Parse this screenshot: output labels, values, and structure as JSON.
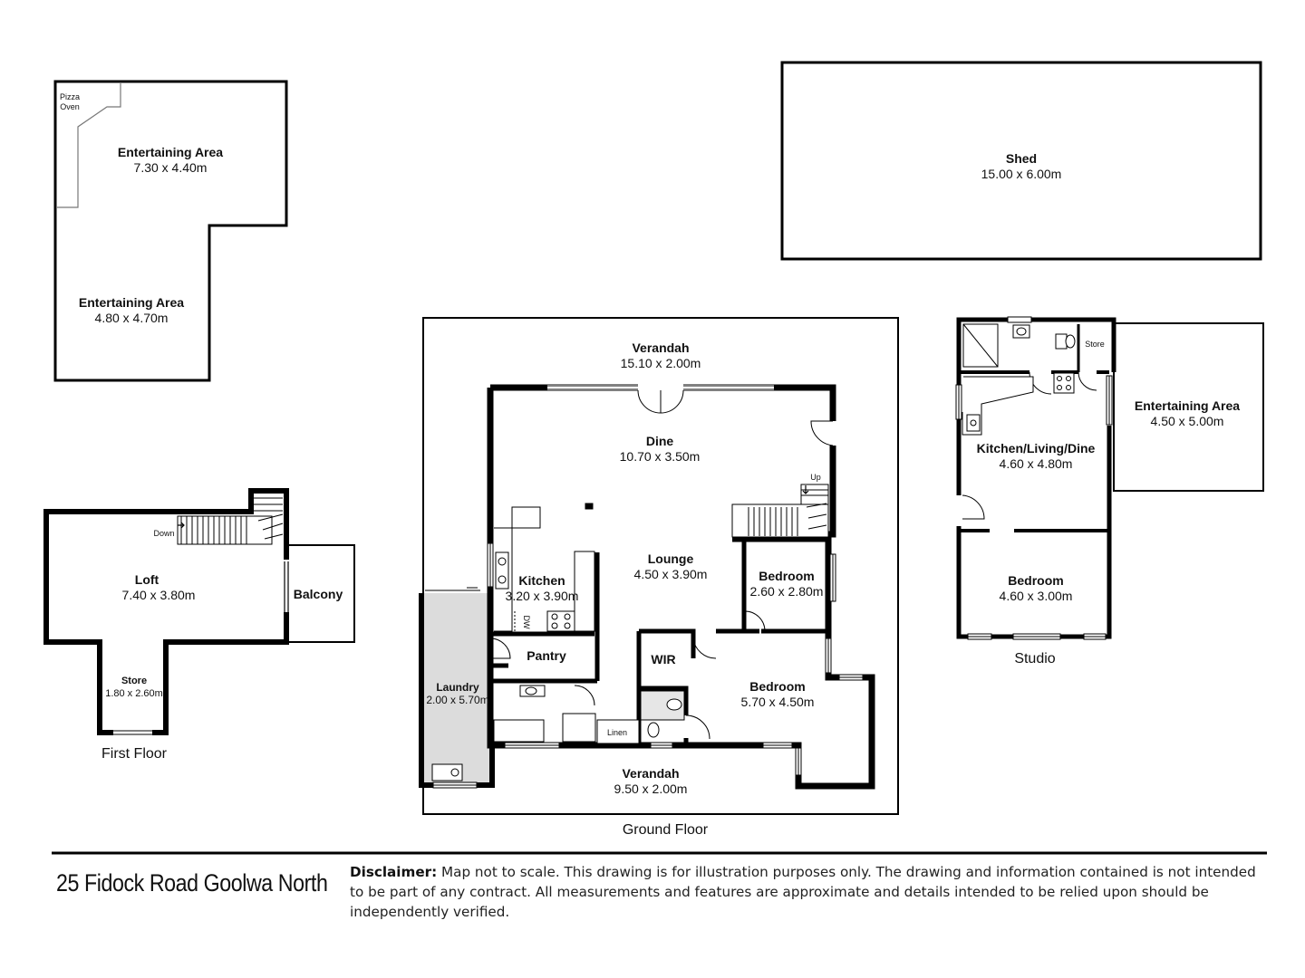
{
  "plan": {
    "rooms": {
      "entertaining_upper": {
        "name": "Entertaining Area",
        "dims": "7.30 x 4.40m"
      },
      "entertaining_lower": {
        "name": "Entertaining Area",
        "dims": "4.80 x 4.70m"
      },
      "pizza_oven": {
        "line1": "Pizza",
        "line2": "Oven"
      },
      "shed": {
        "name": "Shed",
        "dims": "15.00 x 6.00m"
      },
      "loft": {
        "name": "Loft",
        "dims": "7.40 x 3.80m"
      },
      "balcony": {
        "name": "Balcony"
      },
      "store_first": {
        "name": "Store",
        "dims": "1.80 x 2.60m"
      },
      "stair_down": "Down",
      "verandah_top": {
        "name": "Verandah",
        "dims": "15.10 x 2.00m"
      },
      "dine": {
        "name": "Dine",
        "dims": "10.70 x 3.50m"
      },
      "lounge": {
        "name": "Lounge",
        "dims": "4.50 x 3.90m"
      },
      "kitchen": {
        "name": "Kitchen",
        "dims": "3.20 x 3.90m"
      },
      "dw": "DW",
      "pantry": {
        "name": "Pantry"
      },
      "laundry": {
        "name": "Laundry",
        "dims": "2.00 x 5.70m"
      },
      "bedroom_small": {
        "name": "Bedroom",
        "dims": "2.60 x 2.80m"
      },
      "stair_up": "Up",
      "wir": {
        "name": "WIR"
      },
      "bedroom_main": {
        "name": "Bedroom",
        "dims": "5.70 x 4.50m"
      },
      "linen": "Linen",
      "verandah_bottom": {
        "name": "Verandah",
        "dims": "9.50 x 2.00m"
      },
      "studio_store": {
        "name": "Store"
      },
      "studio_entertaining": {
        "name": "Entertaining Area",
        "dims": "4.50 x 5.00m"
      },
      "studio_kld": {
        "name": "Kitchen/Living/Dine",
        "dims": "4.60 x 4.80m"
      },
      "studio_bedroom": {
        "name": "Bedroom",
        "dims": "4.60 x 3.00m"
      }
    },
    "floor_labels": {
      "first": "First Floor",
      "ground": "Ground Floor",
      "studio": "Studio"
    }
  },
  "footer": {
    "address": "25 Fidock Road Goolwa North",
    "disclaimer_label": "Disclaimer:",
    "disclaimer_text": " Map not to scale. This drawing is for illustration purposes only. The drawing and information contained is not intended to be part of any contract. All measurements and features are approximate and details intended to be relied upon should be independently verified."
  }
}
